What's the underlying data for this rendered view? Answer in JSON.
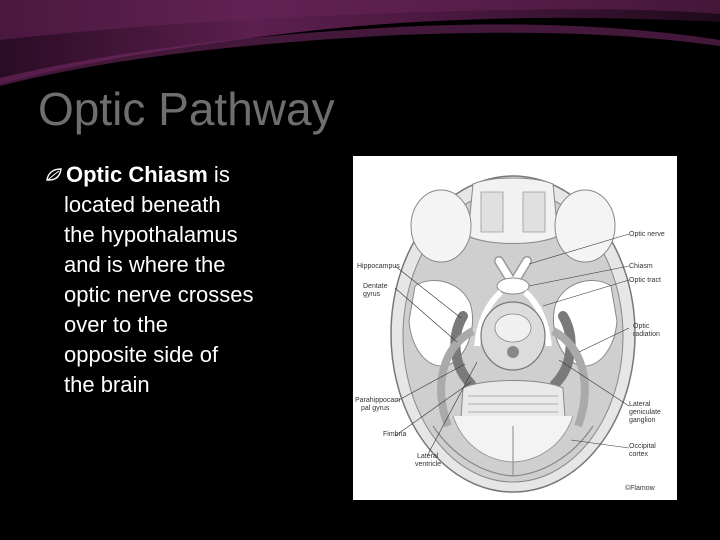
{
  "slide": {
    "title": "Optic Pathway",
    "bullet": {
      "bold_term": "Optic Chiasm",
      "text_after_term": " is",
      "lines": [
        "located beneath",
        "the hypothalamus",
        "and is where the",
        "optic nerve crosses",
        "over to the",
        "opposite side of",
        "the brain"
      ]
    }
  },
  "figure": {
    "labels_right": [
      "Optic nerve",
      "Chiasm",
      "Optic tract",
      "Optic",
      "radiation",
      "Lateral",
      "geniculate",
      "ganglion",
      "Occipital",
      "cortex"
    ],
    "labels_left": [
      "Hippocampus",
      "Dentate",
      "gyrus",
      "Parahippocam",
      "pal gyrus",
      "Fimbria",
      "Lateral",
      "ventricle"
    ],
    "credit": "©Flamow"
  },
  "colors": {
    "background": "#000000",
    "banner": "#5a1f4a",
    "title": "#6e6e6e",
    "text": "#ffffff"
  }
}
